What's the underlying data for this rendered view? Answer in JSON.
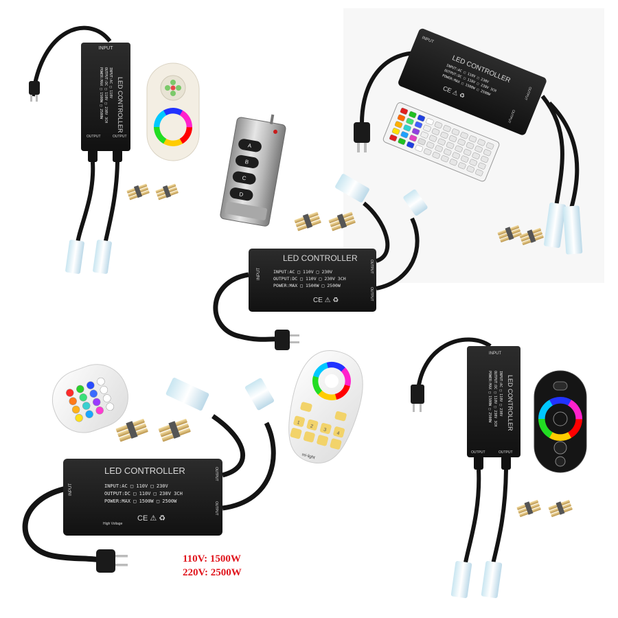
{
  "products": [
    {
      "id": "top-left",
      "controller_title": "LED CONTROLLER",
      "input_label": "INPUT",
      "output_labels": [
        "OUTPUT",
        "OUTPUT"
      ],
      "specs": [
        "INPUT:AC  □ 110V",
        "OUTPUT:DC □ 110V □ 230V 3CH",
        "POWER:MAX □ 1500W □ 2500W"
      ],
      "remote": "touch-ring-remote"
    },
    {
      "id": "top-right",
      "controller_title": "LED CONTROLLER",
      "input_label": "INPUT",
      "output_labels": [
        "OUTPUT",
        "OUTPUT"
      ],
      "specs": [
        "INPUT:AC □ 110V □ 230V",
        "OUTPUT:DC □ 110V □ 230V 3CH",
        "POWER:MAX □ 1500W □ 2500W"
      ],
      "remote": "44-key-ir-remote"
    },
    {
      "id": "center",
      "controller_title": "LED CONTROLLER",
      "input_label": "INPUT",
      "output_labels": [
        "OUTPUT",
        "OUTPUT"
      ],
      "specs": [
        "INPUT:AC  □ 110V    □ 230V",
        "OUTPUT:DC □ 110V □ 230V 3CH",
        "POWER:MAX □ 1500W □ 2500W"
      ],
      "remote": "metal-rf-remote",
      "remote_buttons": [
        "A",
        "B",
        "C",
        "D"
      ]
    },
    {
      "id": "bottom-left",
      "controller_title": "LED CONTROLLER",
      "input_label": "INPUT",
      "output_labels": [
        "OUTPUT",
        "OUTPUT"
      ],
      "specs": [
        "INPUT:AC  □ 110V    □ 230V",
        "OUTPUT:DC □ 110V □ 230V 3CH",
        "POWER:MAX □ 1500W □ 2500W"
      ],
      "warning": "High Voltage",
      "remote": "24-key-ir-remote"
    },
    {
      "id": "bottom-right",
      "controller_title": "LED CONTROLLER",
      "input_label": "INPUT",
      "output_labels": [
        "OUTPUT",
        "OUTPUT"
      ],
      "specs": [
        "INPUT:AC □ 110V □ 230V",
        "OUTPUT:DC □ 110V □ 230V 3CH",
        "POWER:MAX □ 1500W □ 2500W"
      ],
      "remote": "black-touch-remote"
    }
  ],
  "milight_remote": {
    "brand": "mi·light",
    "zones": [
      "1",
      "2",
      "3",
      "4"
    ]
  },
  "power_rating": {
    "line1": "110V: 1500W",
    "line2": "220V: 2500W"
  },
  "colors": {
    "controller_body": "#1b1b1b",
    "cable": "#141414",
    "power_text": "#e0141c",
    "rgb_ring": [
      "#ff0000",
      "#ffff00",
      "#00ff00",
      "#00ffff",
      "#0000ff",
      "#ff00ff"
    ]
  }
}
